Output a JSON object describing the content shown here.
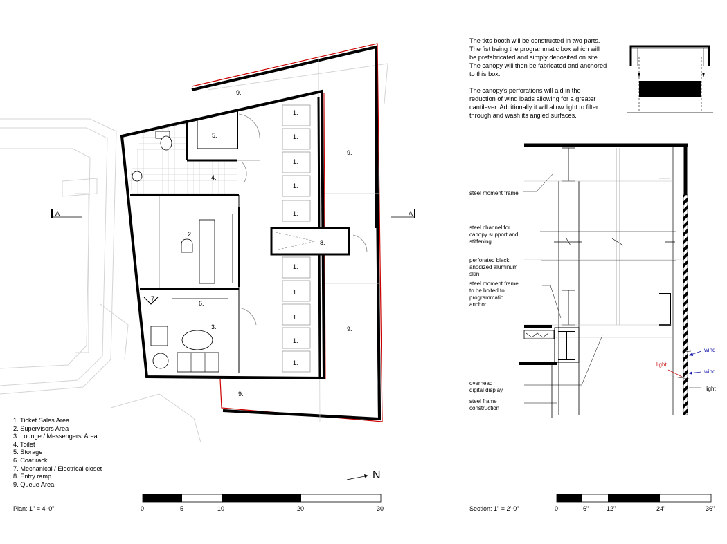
{
  "description": {
    "para1": "The tkts booth will be constructed in two parts. The fist being the programmatic box which will be prefabricated and simply deposited on site. The canopy will then be fabricated and anchored to this box.",
    "para2": "The canopy's perforations will aid in the reduction of wind loads allowing for a greater cantilever. Additionally it will allow light to filter through and wash its angled surfaces."
  },
  "legend": [
    "1. Ticket Sales Area",
    "2. Supervisors Area",
    "3. Lounge / Messengers' Area",
    "4. Toilet",
    "5. Storage",
    "6. Coat rack",
    "7.  Mechanical / Electrical closet",
    "8. Entry ramp",
    "9. Queue Area"
  ],
  "plan": {
    "section_marker_left": "A",
    "section_marker_right": "A",
    "room_labels": {
      "ticket": "1.",
      "supervisors": "2.",
      "lounge": "3.",
      "toilet": "4.",
      "storage": "5.",
      "coat_rack": "6.",
      "mech": "7.",
      "ramp": "8.",
      "queue": "9."
    },
    "north_label": "N",
    "scale_label": "Plan: 1\" = 4'-0\"",
    "scale_ticks": [
      "0",
      "5",
      "10",
      "20",
      "30"
    ]
  },
  "section": {
    "callouts": {
      "moment_frame": "steel moment frame",
      "channel_1": "steel channel for",
      "channel_2": "canopy support and",
      "channel_3": "stiffening",
      "skin_1": "perforated black",
      "skin_2": "anodized aluminum",
      "skin_3": "skin",
      "bolted_1": "steel moment frame",
      "bolted_2": "to be bolted to",
      "bolted_3": "programmatic",
      "bolted_4": "anchor",
      "display_1": "overhead",
      "display_2": "digital display",
      "frame_1": "steel frame",
      "frame_2": "construction",
      "wind_top": "wind",
      "wind_bottom": "wind",
      "light_red": "light",
      "light_black": "light"
    },
    "colors": {
      "wind": "#1a1aa8",
      "light": "#c81414",
      "accent_red": "#cc0000"
    },
    "scale_label": "Section: 1\" = 2'-0\"",
    "scale_ticks": [
      "0",
      "6\"",
      "12\"",
      "24\"",
      "36\""
    ]
  }
}
